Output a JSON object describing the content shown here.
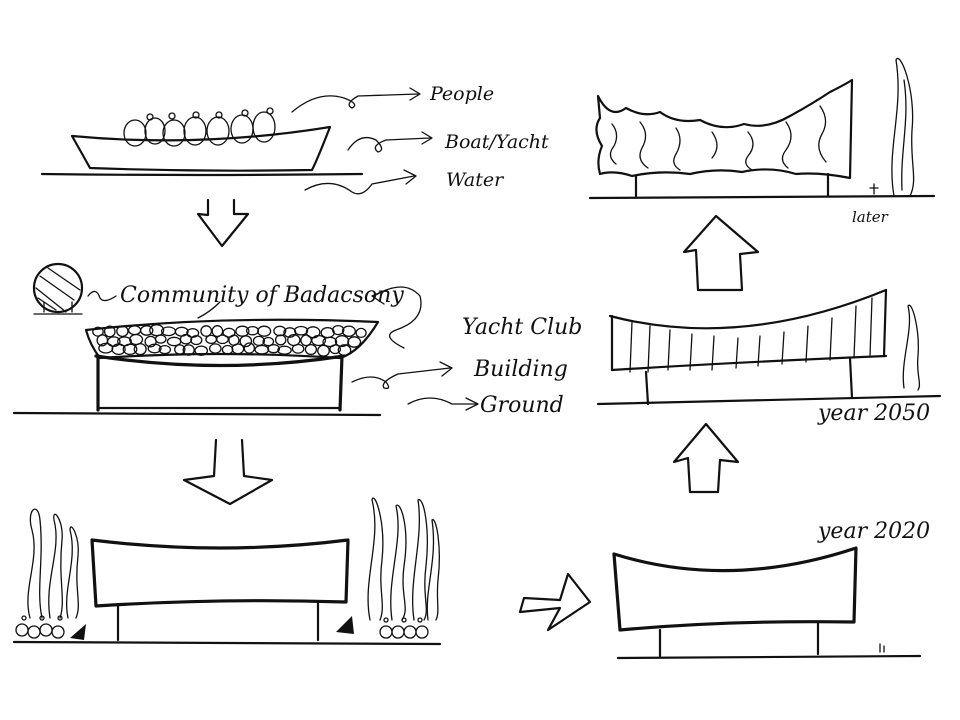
{
  "labels": {
    "people": "People",
    "boat": "Boat/Yacht",
    "water": "Water",
    "community": "Community of Badacsony",
    "club_line1": "Yacht Club",
    "club_line2": "Building",
    "ground": "Ground",
    "later": "later",
    "year_2050": "year 2050",
    "year_2020": "year 2020"
  }
}
